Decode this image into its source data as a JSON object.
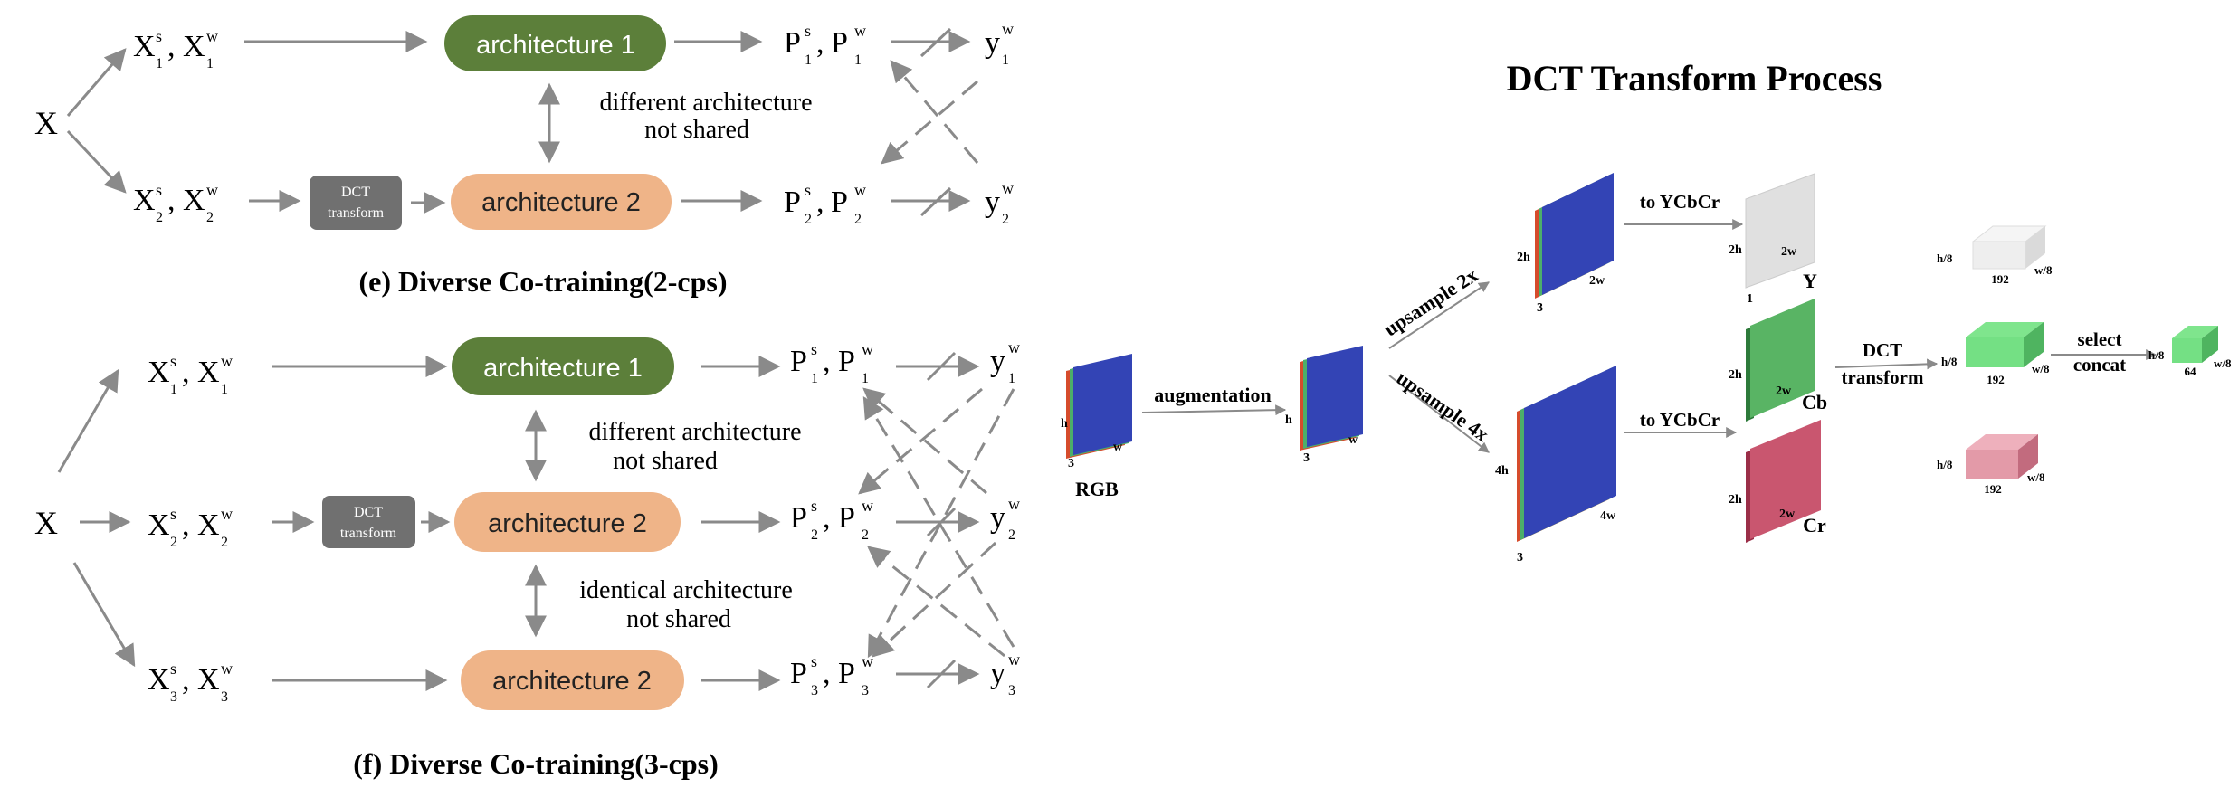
{
  "colors": {
    "arch1": "#5c7f3a",
    "arch2": "#efb488",
    "dct_box": "#707070",
    "arrow": "#8a8a8a",
    "blue": "#3344b5",
    "red": "#d64c2c",
    "green_strip": "#4caf6a",
    "y_plane": "#e0e0e0",
    "cb_plane": "#59b464",
    "cr_plane": "#c9566f",
    "light_green": "#74e084",
    "pink": "#e39aa8",
    "gray_light": "#eeeeee"
  },
  "top": {
    "x": "X",
    "in1": {
      "base": "X",
      "sub": "1",
      "sup1": "s",
      "sup2": "w"
    },
    "in2": {
      "base": "X",
      "sub": "2",
      "sup1": "s",
      "sup2": "w"
    },
    "arch1": "architecture 1",
    "arch2": "architecture 2",
    "dct_line1": "DCT",
    "dct_line2": "transform",
    "p1": {
      "base": "P",
      "sub": "1",
      "sup1": "s",
      "sup2": "w"
    },
    "p2": {
      "base": "P",
      "sub": "2",
      "sup1": "s",
      "sup2": "w"
    },
    "y1": {
      "base": "y",
      "sub": "1",
      "sup": "w"
    },
    "y2": {
      "base": "y",
      "sub": "2",
      "sup": "w"
    },
    "note_line1": "different architecture",
    "note_line2": "not shared",
    "caption": "(e) Diverse Co-training(2-cps)"
  },
  "bottom": {
    "x": "X",
    "in1": {
      "base": "X",
      "sub": "1",
      "sup1": "s",
      "sup2": "w"
    },
    "in2": {
      "base": "X",
      "sub": "2",
      "sup1": "s",
      "sup2": "w"
    },
    "in3": {
      "base": "X",
      "sub": "3",
      "sup1": "s",
      "sup2": "w"
    },
    "arch1": "architecture 1",
    "arch2a": "architecture 2",
    "arch2b": "architecture 2",
    "dct_line1": "DCT",
    "dct_line2": "transform",
    "p1": {
      "base": "P",
      "sub": "1",
      "sup1": "s",
      "sup2": "w"
    },
    "p2": {
      "base": "P",
      "sub": "2",
      "sup1": "s",
      "sup2": "w"
    },
    "p3": {
      "base": "P",
      "sub": "3",
      "sup1": "s",
      "sup2": "w"
    },
    "y1": {
      "base": "y",
      "sub": "1",
      "sup": "w"
    },
    "y2": {
      "base": "y",
      "sub": "2",
      "sup": "w"
    },
    "y3": {
      "base": "y",
      "sub": "3",
      "sup": "w"
    },
    "note1_line1": "different architecture",
    "note1_line2": "not shared",
    "note2_line1": "identical architecture",
    "note2_line2": "not shared",
    "caption": "(f) Diverse Co-training(3-cps)"
  },
  "dct": {
    "title": "DCT Transform Process",
    "rgb": "RGB",
    "augmentation": "augmentation",
    "upsample2x": "upsample 2x",
    "upsample4x": "upsample 4x",
    "to_ycbcr_1": "to YCbCr",
    "to_ycbcr_2": "to YCbCr",
    "dct_transform_1": "DCT",
    "dct_transform_2": "transform",
    "select_1": "select",
    "select_2": "concat",
    "y_label": "Y",
    "cb_label": "Cb",
    "cr_label": "Cr",
    "dims": {
      "h": "h",
      "w": "w",
      "three": "3",
      "two_h": "2h",
      "two_w": "2w",
      "one": "1",
      "four_h": "4h",
      "four_w": "4w",
      "h8": "h/8",
      "w8": "w/8",
      "c192": "192",
      "c64": "64"
    }
  }
}
